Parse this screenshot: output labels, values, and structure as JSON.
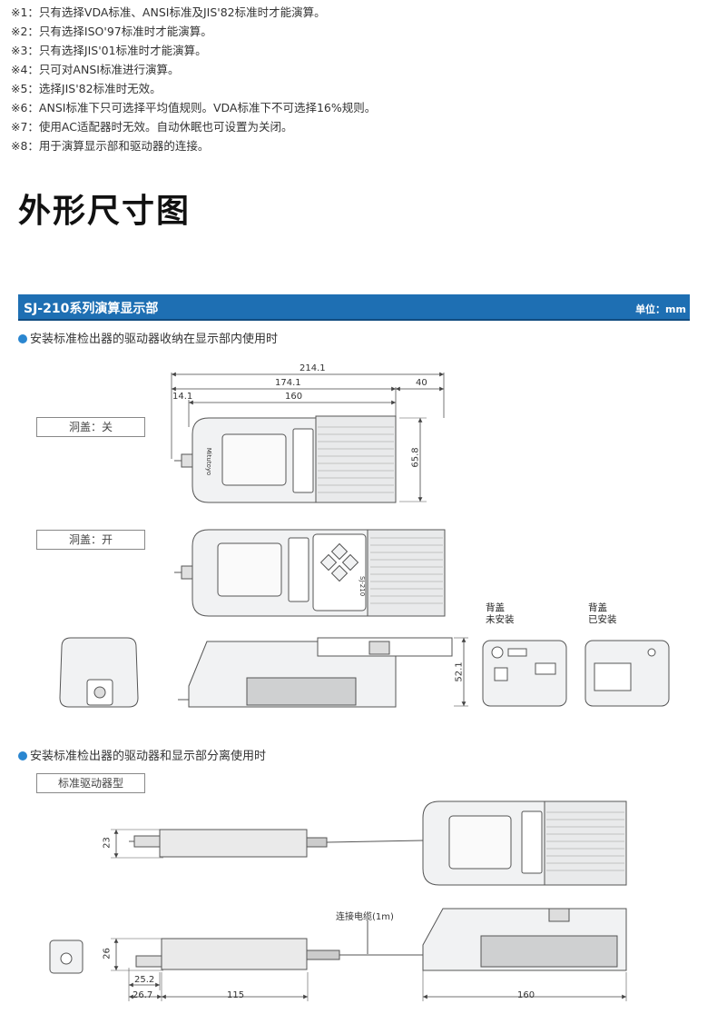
{
  "notes": [
    "※1：只有选择VDA标准、ANSI标准及JIS'82标准时才能演算。",
    "※2：只有选择ISO'97标准时才能演算。",
    "※3：只有选择JIS'01标准时才能演算。",
    "※4：只可对ANSI标准进行演算。",
    "※5：选择JIS'82标准时无效。",
    "※6：ANSI标准下只可选择平均值规则。VDA标准下不可选择16%规则。",
    "※7：使用AC适配器时无效。自动休眠也可设置为关闭。",
    "※8：用于演算显示部和驱动器的连接。"
  ],
  "page_title": "外形尺寸图",
  "section": {
    "title": "SJ-210系列演算显示部",
    "unit": "单位：mm"
  },
  "subsection1": "安装标准检出器的驱动器收纳在显示部内使用时",
  "subsection2": "安装标准检出器的驱动器和显示部分离使用时",
  "labels": {
    "cover_closed": "洞盖：关",
    "cover_open": "洞盖：开",
    "std_driver": "标准驱动器型"
  },
  "back_cover_off": [
    "背盖",
    "未安装"
  ],
  "back_cover_on": [
    "背盖",
    "已安装"
  ],
  "dims": {
    "total_width": "214.1",
    "body_width": "174.1",
    "stowed_extra": "40",
    "stylus_len": "14.1",
    "unit_len": "160",
    "depth": "65.8",
    "height": "52.1",
    "driver_dia": "23",
    "driver_h": "26",
    "off1": "25.2",
    "off2": "26.7",
    "driver_len": "115",
    "display_len": "160"
  },
  "cable_label": "连接电缆(1m)",
  "brand": "Mitutoyo",
  "model": "SJ-210",
  "colors": {
    "accent": "#1e6fb3",
    "bullet": "#2a86d0",
    "device_fill": "#f1f2f3",
    "device_stroke": "#555555"
  }
}
